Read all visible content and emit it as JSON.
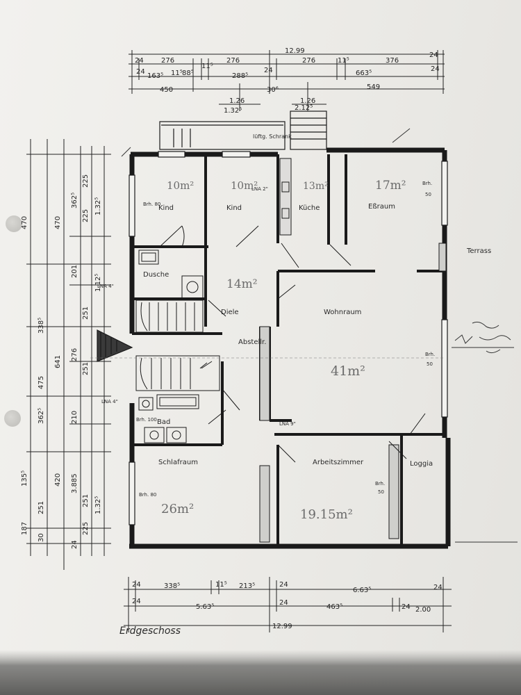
{
  "rooms": {
    "kind1": {
      "label": "Kind",
      "area": "10m²",
      "note": "Brh. 80"
    },
    "kind2": {
      "label": "Kind",
      "area": "10m²",
      "lna": "LNA 2\""
    },
    "kueche": {
      "label": "Küche",
      "area": "13m²"
    },
    "essraum": {
      "label": "Eßraum",
      "area": "17m²",
      "note_a": "Brh.",
      "note_b": "50"
    },
    "terrasse": {
      "label": "Terrass"
    },
    "dusche": {
      "label": "Dusche"
    },
    "diele": {
      "label": "Diele",
      "area": "14m²"
    },
    "wohnraum": {
      "label": "Wohnraum",
      "area": "41m²",
      "note_a": "Brh.",
      "note_b": "50"
    },
    "abstell": {
      "label": "Abstellr."
    },
    "bad": {
      "label": "Bad",
      "note": "Brh. 100",
      "lna": "LNA 4\""
    },
    "schlafraum": {
      "label": "Schlafraum",
      "area": "26m²",
      "note": "Brh. 80"
    },
    "arbeitszimmer": {
      "label": "Arbeitszimmer",
      "area": "19.15m²"
    },
    "loggia": {
      "label": "Loggia",
      "note_a": "Brh.",
      "note_b": "50"
    },
    "lueftg": {
      "label": "lüftg. Schrank"
    },
    "lna_dusche": {
      "label": "LNA 4\""
    },
    "lna_9": {
      "label": "LNA 9\""
    }
  },
  "dims_top": {
    "total": "12.99",
    "r1": [
      "24",
      "276",
      "276",
      "276",
      "11⁵",
      "376",
      "24"
    ],
    "r2": [
      "24",
      "163⁵",
      "11⁵",
      "88⁵",
      "11⁵",
      "288⁵",
      "24",
      "663⁵",
      "24"
    ],
    "r3": [
      "450",
      "30⁶",
      "549"
    ],
    "r4": [
      "1.26",
      "1.32⁵",
      "1.26",
      "2.12⁵"
    ]
  },
  "dims_bottom": {
    "r1": [
      "24",
      "338⁵",
      "11⁵",
      "213⁵",
      "24",
      "6.63⁵",
      "24"
    ],
    "r2": [
      "24",
      "5.63⁵",
      "24",
      "463⁵",
      "24",
      "2.00"
    ],
    "total": "12.99"
  },
  "dims_left": {
    "outer": [
      "338⁵",
      "362⁵",
      "135⁵",
      "187"
    ],
    "mid": [
      "470",
      "470",
      "641",
      "475",
      "420",
      "251",
      "30"
    ],
    "inner": [
      "362⁵",
      "201",
      "225",
      "276",
      "210",
      "3.885",
      "251",
      "225",
      "24"
    ],
    "inner2": [
      "225",
      "251",
      "251",
      "1.32⁵",
      "1.12⁵",
      "1.32⁵"
    ]
  },
  "footer": {
    "caption": "Erdgeschoss"
  }
}
